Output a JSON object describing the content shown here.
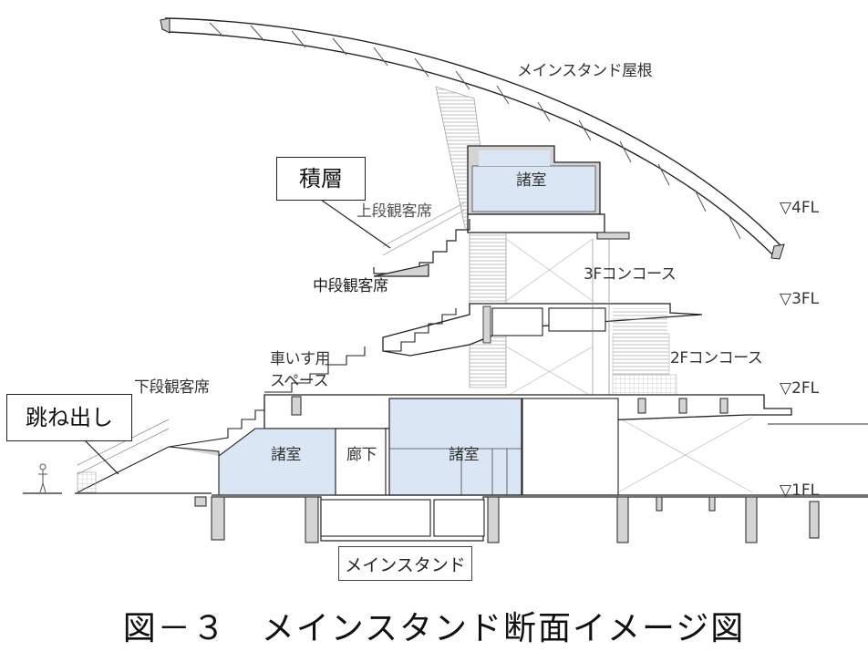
{
  "figure": {
    "caption": "図－３　メインスタンド断面イメージ図",
    "colors": {
      "room_fill": "#dbe6f4",
      "structure_fill": "#d4d4d4",
      "line": "#222222",
      "background": "#ffffff"
    }
  },
  "callouts": {
    "stacked": "積層",
    "cantilever": "跳ね出し"
  },
  "labels": {
    "roof": "メインスタンド屋根",
    "upper_seats": "上段観客席",
    "middle_seats": "中段観客席",
    "lower_seats": "下段観客席",
    "wheelchair_line1": "車いす用",
    "wheelchair_line2": "スペース",
    "concourse_3f": "3Fコンコース",
    "concourse_2f": "2Fコンコース",
    "room_top": "諸室",
    "room_left": "諸室",
    "corridor": "廊下",
    "room_center": "諸室",
    "main_stand": "メインスタンド"
  },
  "floor_levels": [
    {
      "label": "▽4FL"
    },
    {
      "label": "▽3FL"
    },
    {
      "label": "▽2FL"
    },
    {
      "label": "▽1FL"
    }
  ]
}
